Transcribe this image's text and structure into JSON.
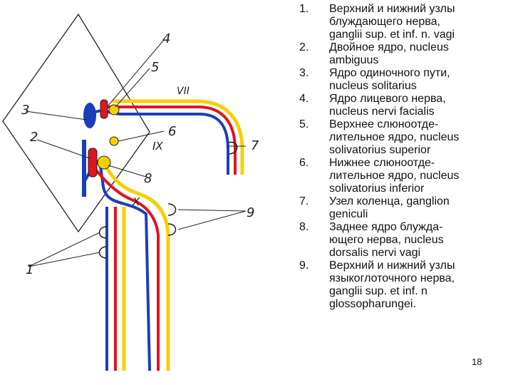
{
  "diagram": {
    "numbers": [
      "1",
      "2",
      "3",
      "4",
      "5",
      "6",
      "7",
      "8",
      "9"
    ],
    "roman": [
      "VII",
      "IX",
      "X"
    ],
    "colors": {
      "yellow": "#f5d000",
      "red": "#e0141e",
      "blue": "#1b3fb8",
      "outline": "#222222"
    }
  },
  "legend": [
    {
      "num": "1.",
      "text": "Верхний и нижний  узлы\nблуждающего нерва,\nganglii sup. et inf. n. vagi"
    },
    {
      "num": "2.",
      "text": "Двойное ядро, nucleus\nambiguus"
    },
    {
      "num": "3.",
      "text": "Ядро одиночного пути,\nnucleus solitarius"
    },
    {
      "num": "4.",
      "text": "Ядро лицевого нерва,\nnucleus nervi facialis"
    },
    {
      "num": "5.",
      "text": "Верхнее слюноотде-\nлительное ядро, nucleus\nsolivatorius  superior"
    },
    {
      "num": "6.",
      "text": "Нижнее слюноотде-\nлительное ядро,  nucleus\nsolivatorius  inferior"
    },
    {
      "num": "7.",
      "text": "Узел коленца, ganglion\ngeniculi"
    },
    {
      "num": "8.",
      "text": "Заднее ядро блужда-\nющего нерва, nucleus\ndorsalis  nervi vagi"
    },
    {
      "num": "9.",
      "text": "  Верхний и нижний узлы\nязыкоглоточного нерва,\nganglii sup. et inf. n\nglossopharungei."
    }
  ],
  "page_number": "18"
}
